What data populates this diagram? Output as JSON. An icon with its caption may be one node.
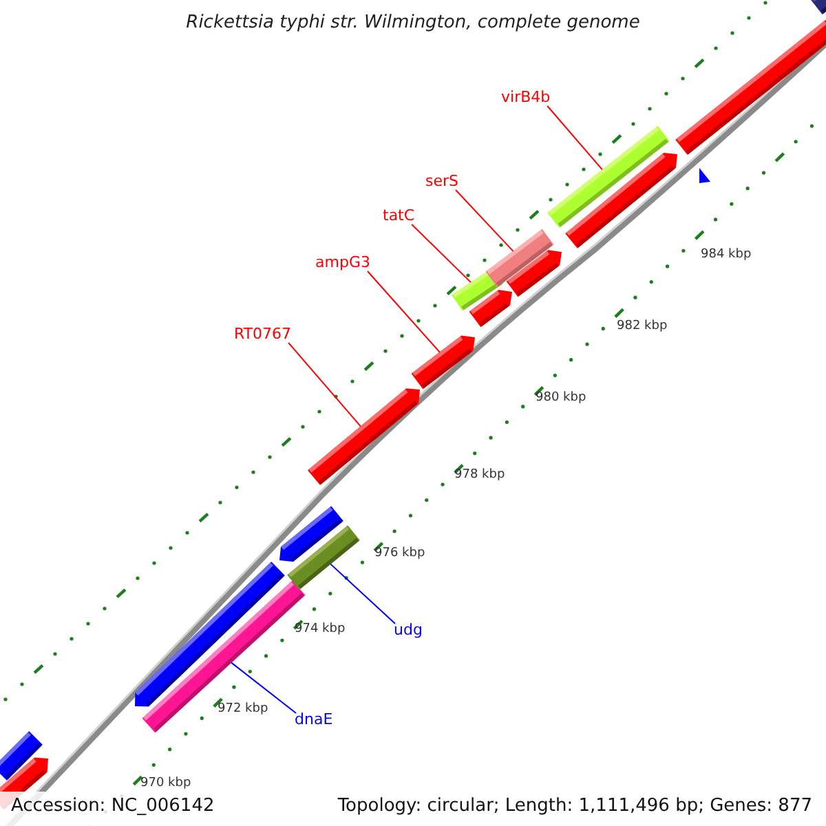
{
  "diagram": {
    "title": "Rickettsia typhi str. Wilmington, complete genome",
    "nodes": [
      {
        "text": [
          "virB4b"
        ]
      },
      {
        "text": [
          "serS"
        ]
      },
      {
        "text": [
          "tatC"
        ]
      },
      {
        "text": [
          "ampG3"
        ]
      },
      {
        "text": [
          "RT0767"
        ]
      },
      {
        "text": [
          "udg"
        ]
      },
      {
        "text": [
          "dnaE"
        ]
      },
      {
        "text": [],
        "shape": "bar"
      },
      {
        "text": [],
        "shape": "bar"
      },
      {
        "text": [],
        "shape": "bar"
      },
      {
        "text": [],
        "shape": "bar"
      },
      {
        "text": [],
        "shape": "bar"
      },
      {
        "text": [],
        "shape": "bar"
      },
      {
        "text": [],
        "shape": "bar"
      },
      {
        "text": [],
        "shape": "bar"
      },
      {
        "text": [],
        "shape": "bar"
      },
      {
        "text": [],
        "shape": "bar"
      },
      {
        "text": [],
        "shape": "bar"
      },
      {
        "text": [],
        "shape": "bar"
      },
      {
        "text": [],
        "shape": "bar"
      },
      {
        "text": [],
        "shape": "bar"
      },
      {
        "text": [],
        "shape": "bar"
      },
      {
        "text": [],
        "shape": "bar"
      }
    ],
    "edges": [
      {
        "from": 0,
        "to": 19,
        "arrow": "none"
      },
      {
        "from": 1,
        "to": 17,
        "arrow": "none"
      },
      {
        "from": 2,
        "to": 15,
        "arrow": "none"
      },
      {
        "from": 3,
        "to": 14,
        "arrow": "none"
      },
      {
        "from": 4,
        "to": 13,
        "arrow": "none"
      },
      {
        "from": 5,
        "to": 12,
        "arrow": "none",
        "color": "#0000ff"
      },
      {
        "from": 6,
        "to": 10,
        "arrow": "none",
        "color": "#0000ff"
      }
    ],
    "labels": [
      "984 kbp",
      "982 kbp",
      "980 kbp",
      "978 kbp",
      "976 kbp",
      "974 kbp",
      "972 kbp",
      "970 kbp",
      "Accession: NC_006142",
      "Topology: circular; Length: 1,111,496 bp; Genes: 877"
    ]
  }
}
